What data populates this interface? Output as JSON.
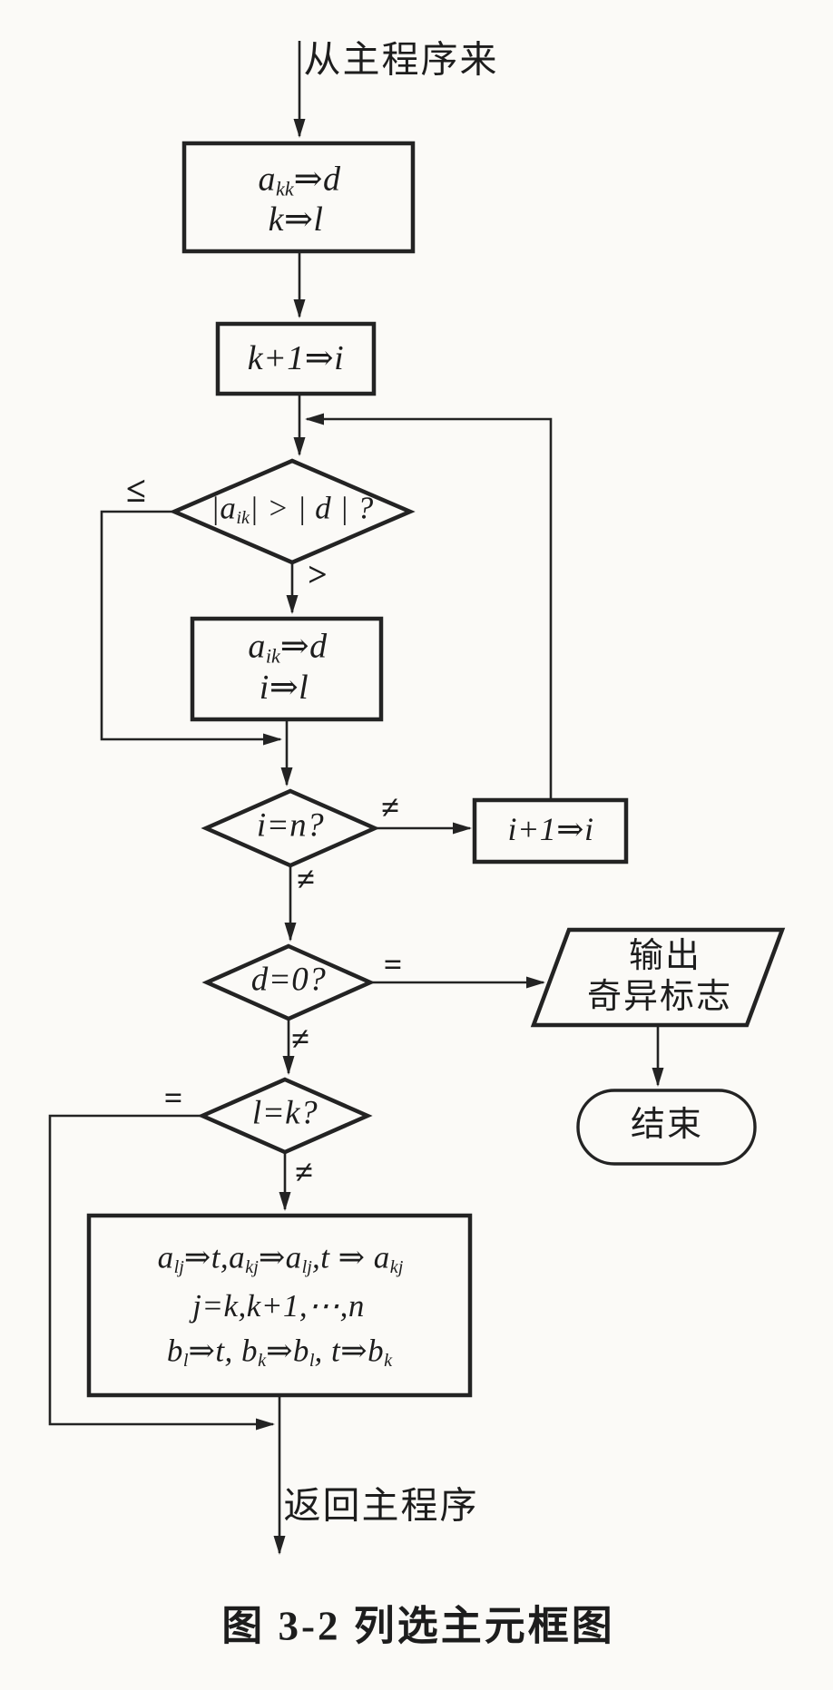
{
  "figure": {
    "entry_label": "从主程序来",
    "return_label": "返回主程序",
    "caption": "图 3-2  列选主元框图",
    "nodes": {
      "init": {
        "line1": "a_{kk}⇒d",
        "line2": "k⇒l"
      },
      "set_index": {
        "text": "k+1⇒i"
      },
      "compare_abs": {
        "text": "|a_{ik}| > | d | ?"
      },
      "save_pivot": {
        "line1": "a_{ik}⇒d",
        "line2": "i⇒l"
      },
      "check_last_row": {
        "text": "i=n?"
      },
      "increment": {
        "text": "i+1⇒i"
      },
      "check_singular": {
        "text": "d=0?"
      },
      "output_flag": {
        "line1": "输出",
        "line2": "奇异标志"
      },
      "end_terminal": {
        "text": "结束"
      },
      "check_swap": {
        "text": "l=k?"
      },
      "swap_rows": {
        "line1": "a_{lj}⇒t,a_{kj}⇒a_{lj},t ⇒ a_{kj}",
        "line2": "j=k,k+1,⋯,n",
        "line3": "b_{l}⇒t, b_{k}⇒b_{l}, t⇒b_{k}"
      }
    },
    "edge_labels": {
      "less_equal": "≤",
      "greater": ">",
      "not_equal_row": "≠",
      "not_equal_row_down": "≠",
      "equal_singular": "=",
      "not_equal_singular": "≠",
      "equal_swap": "=",
      "not_equal_swap": "≠"
    }
  }
}
